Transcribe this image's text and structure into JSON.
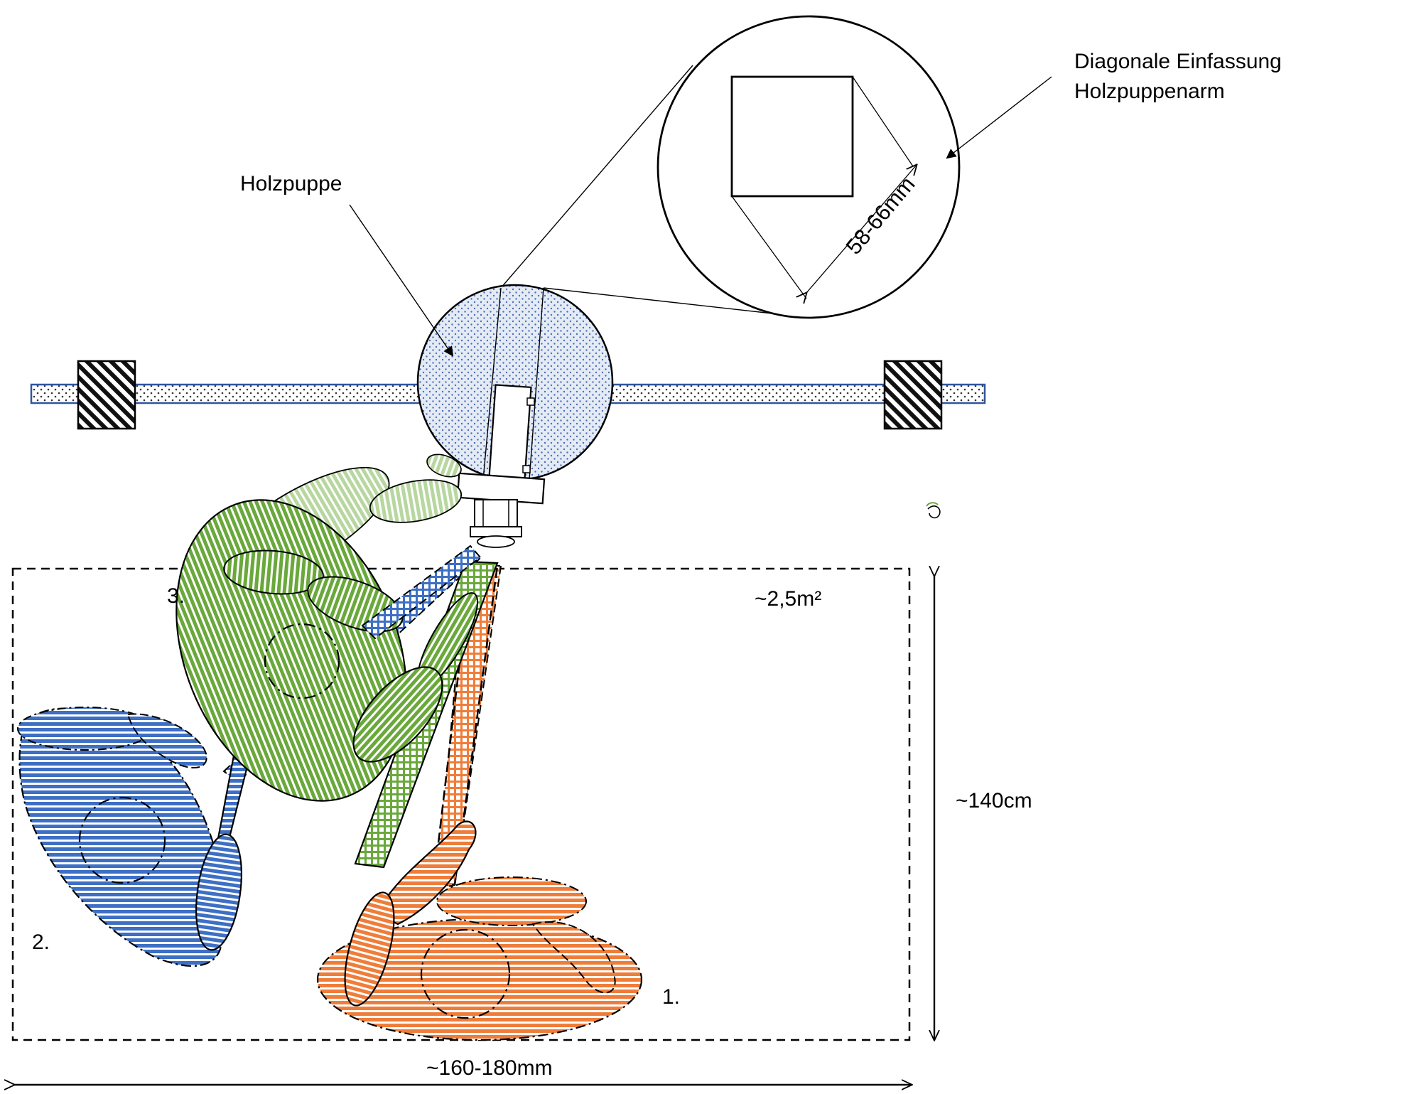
{
  "labels": {
    "detail_title_line1": "Diagonale Einfassung",
    "detail_title_line2": "Holzpuppenarm",
    "dummy_label": "Holzpuppe",
    "dimension_diagonal": "58-66mm",
    "position_1": "1.",
    "position_2": "2.",
    "position_3": "3.",
    "area": "~2,5m²",
    "height": "~140cm",
    "width": "~160-180mm"
  },
  "colors": {
    "outline": "#000000",
    "dummy_fill": "#dde6f2",
    "dummy_dots": "#4a6fb5",
    "rail_dots": "#4a6fb5",
    "rail_border": "#2f56a0",
    "person_orange": "#ef7d3a",
    "person_blue": "#3d6fc4",
    "person_green": "#6aa83c",
    "person_green_light": "#b8d7a0"
  }
}
